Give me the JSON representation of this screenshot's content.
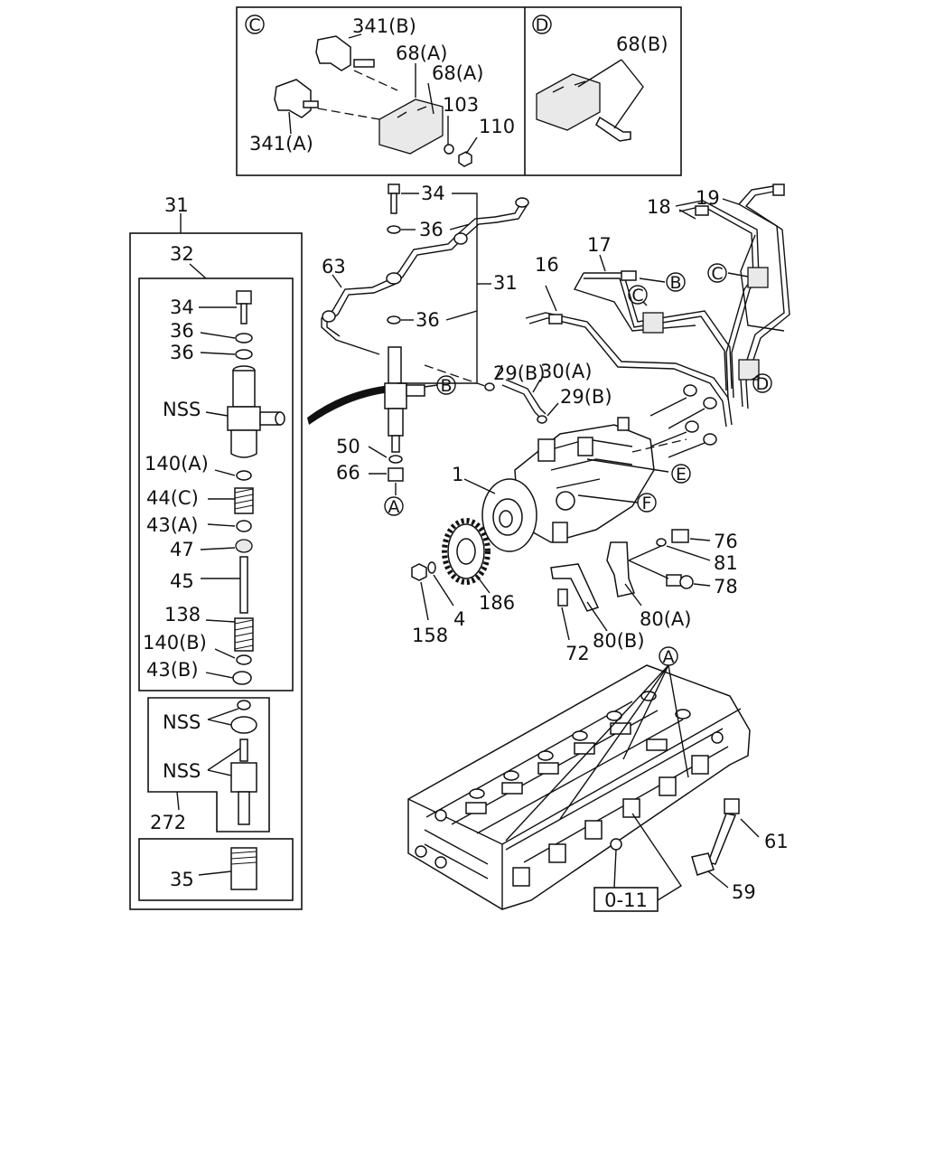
{
  "boxes": {
    "detail_c_letter": "C",
    "detail_d_letter": "D"
  },
  "labels": {
    "l341b": "341(B)",
    "l68a_1": "68(A)",
    "l68a_2": "68(A)",
    "l103": "103",
    "l110": "110",
    "l341a": "341(A)",
    "l68b": "68(B)",
    "l31_top": "31",
    "l32": "32",
    "l34_box": "34",
    "l36_box1": "36",
    "l36_box2": "36",
    "lnss1": "NSS",
    "l140a": "140(A)",
    "l44c": "44(C)",
    "l43a": "43(A)",
    "l47": "47",
    "l45": "45",
    "l138": "138",
    "l140b": "140(B)",
    "l43b": "43(B)",
    "lnss2": "NSS",
    "lnss3": "NSS",
    "l272": "272",
    "l35": "35",
    "l34_main": "34",
    "l36_main1": "36",
    "l36_main2": "36",
    "l31_main": "31",
    "l63": "63",
    "l50": "50",
    "l66": "66",
    "l29b_1": "29(B)",
    "l30a": "30(A)",
    "l29b_2": "29(B)",
    "l16": "16",
    "l17": "17",
    "l18": "18",
    "l19": "19",
    "l1": "1",
    "l186": "186",
    "l158": "158",
    "l4": "4",
    "l72": "72",
    "l80b": "80(B)",
    "l80a": "80(A)",
    "l76": "76",
    "l81": "81",
    "l78": "78",
    "l61": "61",
    "l59": "59",
    "l0_11": "0-11"
  },
  "callouts": {
    "a": "A",
    "b": "B",
    "c": "C",
    "d": "D",
    "e": "E",
    "f": "F"
  }
}
